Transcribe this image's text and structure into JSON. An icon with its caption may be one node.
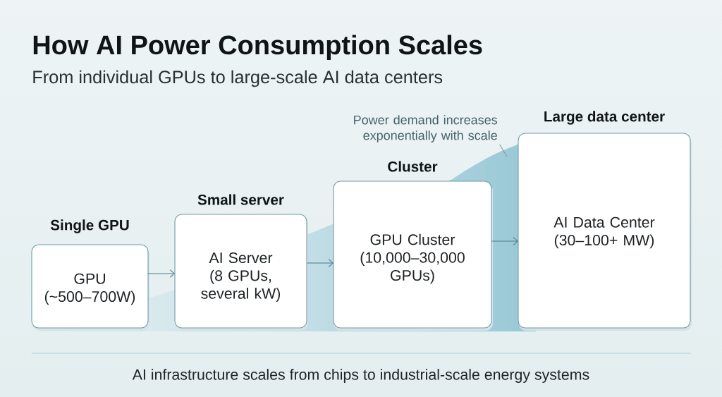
{
  "diagram": {
    "title": "How AI Power Consumption Scales",
    "caption": "AI infrastructure scales from chips to industrial-scale energy systems",
    "nodes": [
      {
        "text": [
          "Single GPU",
          "GPU (~500–700W)"
        ]
      },
      {
        "text": [
          "Small server",
          "AI Server (8 GPUs, several kW)"
        ]
      },
      {
        "text": [
          "Cluster",
          "GPU Cluster (10,000–30,000 GPUs)"
        ]
      },
      {
        "text": [
          "Large data center",
          "AI Data Center (30–100+ MW)"
        ]
      },
      {
        "text": [
          "Power demand increases exponentially with scale"
        ]
      }
    ],
    "edges": [
      {
        "from": 0,
        "to": 1,
        "arrow": "to"
      },
      {
        "from": 1,
        "to": 2,
        "arrow": "to"
      },
      {
        "from": 2,
        "to": 3,
        "arrow": "to"
      },
      {
        "from": 4,
        "to": null,
        "arrow": "none",
        "color": "#7c9aa2"
      }
    ],
    "labels": [
      "From individual GPUs to large-scale AI data centers"
    ]
  }
}
